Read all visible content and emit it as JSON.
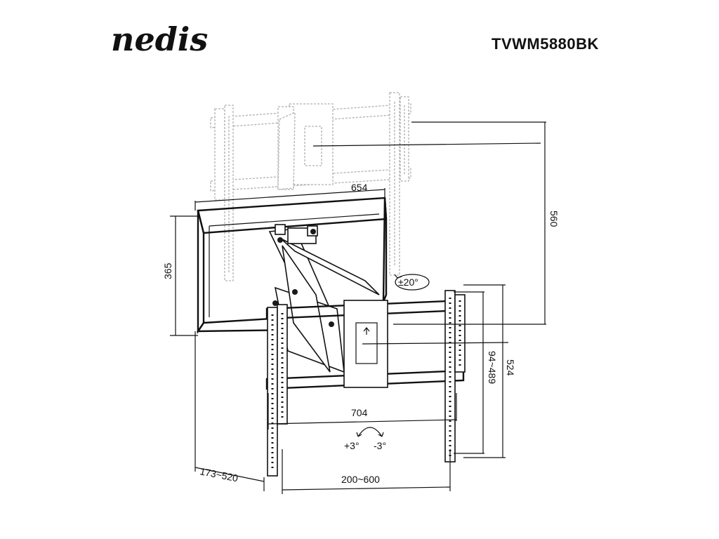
{
  "brand": "nedis",
  "model": "TVWM5880BK",
  "dimensions": {
    "width_backplate": "654",
    "height_backplate": "365",
    "depth_total": "560",
    "swivel": "±20°",
    "vesa_vertical": "94~489",
    "bracket_height": "524",
    "vesa_horizontal_max": "704",
    "tilt_plus": "+3°",
    "tilt_minus": "-3°",
    "extension": "173~520",
    "vesa_horizontal_range": "200~600"
  }
}
